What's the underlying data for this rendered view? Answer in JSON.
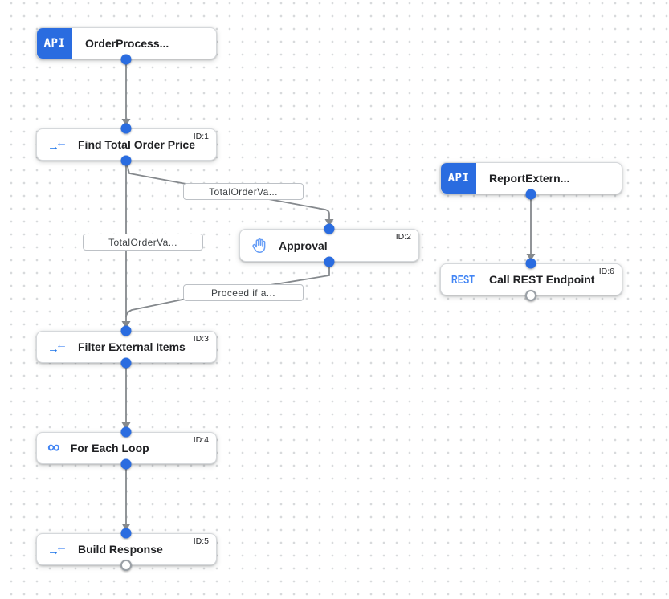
{
  "colors": {
    "edge": "#85898d",
    "accent_blue": "#2a6ce0",
    "mapping_arrow_dark": "#1a73e8",
    "mapping_arrow_light": "#669df6",
    "rest_blue": "#4285f4",
    "grid_dot": "#d8dadc"
  },
  "icons": {
    "arrow_right": "→",
    "arrow_left": "←",
    "infinity": "∞"
  },
  "nodes": [
    {
      "key": "order-process-trigger",
      "kind": "trigger",
      "badge": "API",
      "label": "OrderProcess...",
      "id_label": ""
    },
    {
      "key": "find-total-order-price",
      "kind": "task",
      "icon": "data-mapping-icon",
      "label": "Find Total Order Price",
      "id_label": "ID:1"
    },
    {
      "key": "report-extern-trigger",
      "kind": "trigger",
      "badge": "API",
      "label": "ReportExtern...",
      "id_label": ""
    },
    {
      "key": "approval",
      "kind": "task",
      "icon": "hand-icon",
      "label": "Approval",
      "id_label": "ID:2"
    },
    {
      "key": "call-rest-endpoint",
      "kind": "task",
      "icon": "rest-icon",
      "icon_text": "REST",
      "label": "Call REST Endpoint",
      "id_label": "ID:6"
    },
    {
      "key": "filter-external-items",
      "kind": "task",
      "icon": "data-mapping-icon",
      "label": "Filter External Items",
      "id_label": "ID:3"
    },
    {
      "key": "for-each-loop",
      "kind": "task",
      "icon": "infinity-icon",
      "label": "For Each Loop",
      "id_label": "ID:4"
    },
    {
      "key": "build-response",
      "kind": "task",
      "icon": "data-mapping-icon",
      "label": "Build Response",
      "id_label": "ID:5"
    }
  ],
  "edge_labels": [
    {
      "key": "edge-label-total-order-right",
      "text": "TotalOrderVa..."
    },
    {
      "key": "edge-label-total-order-left",
      "text": "TotalOrderVa..."
    },
    {
      "key": "edge-label-proceed-if",
      "text": "Proceed if a..."
    }
  ]
}
